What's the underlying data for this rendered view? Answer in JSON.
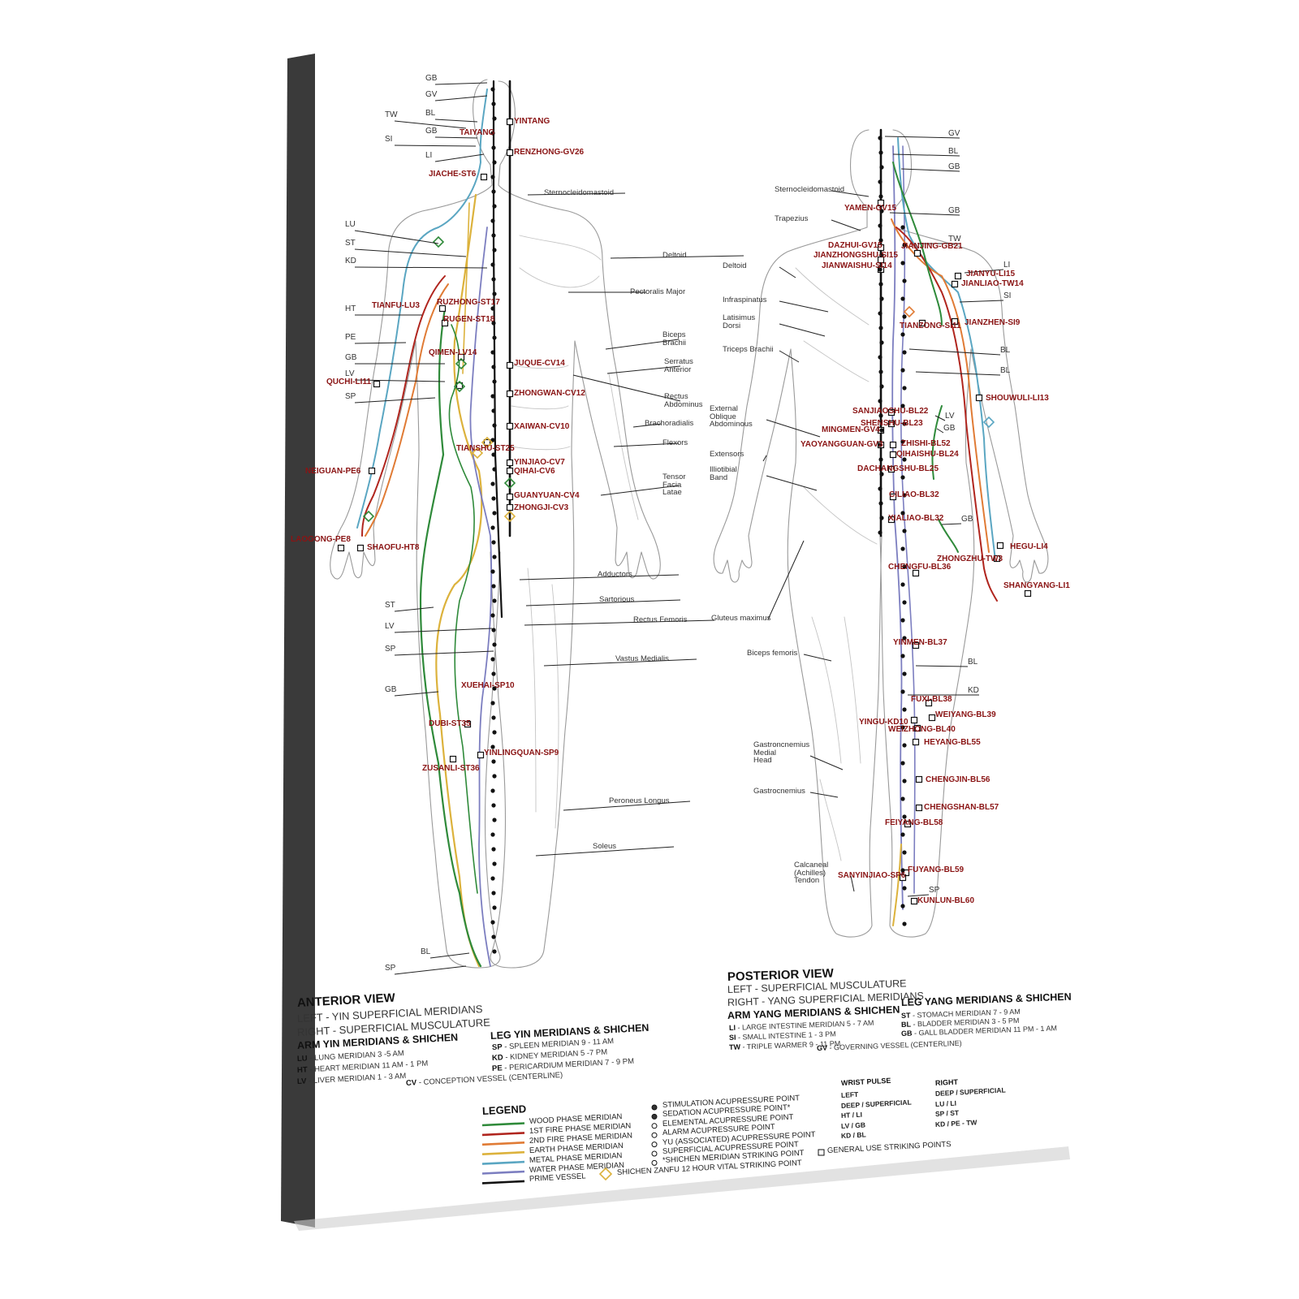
{
  "anterior": {
    "title": "ANTERIOR VIEW",
    "left_label": "LEFT - YIN SUPERFICIAL MERIDIANS",
    "right_label": "RIGHT - SUPERFICIAL MUSCULATURE",
    "arm_heading": "ARM YIN MERIDIANS & SHICHEN",
    "leg_heading": "LEG YIN MERIDIANS & SHICHEN",
    "arm_entries": [
      {
        "abbr": "LU",
        "desc": "- LUNG MERIDIAN  3 -5 AM"
      },
      {
        "abbr": "HT",
        "desc": "- HEART MERIDIAN  11 AM - 1 PM"
      },
      {
        "abbr": "LV",
        "desc": "- LIVER MERIDIAN  1 - 3 AM"
      }
    ],
    "leg_entries": [
      {
        "abbr": "SP",
        "desc": "- SPLEEN MERIDIAN  9 - 11 AM"
      },
      {
        "abbr": "KD",
        "desc": "- KIDNEY MERIDIAN  5 -7 PM"
      },
      {
        "abbr": "PE",
        "desc": "- PERICARDIUM MERIDIAN  7 - 9 PM"
      }
    ],
    "cv_entry": {
      "abbr": "CV",
      "desc": "- CONCEPTION VESSEL (CENTERLINE)"
    },
    "meridian_labels": [
      "GB",
      "GV",
      "TW",
      "BL",
      "GB",
      "SI",
      "LI",
      "LU",
      "ST",
      "KD",
      "HT",
      "PE",
      "GB",
      "LV",
      "SP",
      "ST",
      "LV",
      "SP",
      "GB",
      "BL",
      "SP"
    ],
    "point_labels": [
      "YINTANG",
      "TAIYANG",
      "RENZHONG-GV26",
      "JIACHE-ST6",
      "TIANFU-LU3",
      "RUZHONG-ST17",
      "RUGEN-ST18",
      "QIMEN-LV14",
      "QUCHI-LI11",
      "JUQUE-CV14",
      "ZHONGWAN-CV12",
      "XAIWAN-CV10",
      "TIANSHU-ST25",
      "YINJIAO-CV7",
      "QIHAI-CV6",
      "NEIGUAN-PE6",
      "GUANYUAN-CV4",
      "ZHONGJI-CV3",
      "LAOGONG-PE8",
      "SHAOFU-HT8",
      "XUEHAI-SP10",
      "DUBI-ST35",
      "YINLINGQUAN-SP9",
      "ZUSANLI-ST36"
    ],
    "muscle_labels": [
      "Sternocleidomastoid",
      "Deltoid",
      "Pectoralis Major",
      "Biceps\nBrachii",
      "Serratus\nAnterior",
      "Rectus\nAbdominus",
      "Brachoradialis",
      "Flexors",
      "Tensor\nFacia\nLatae",
      "Adductors",
      "Sartorious",
      "Rectus Femoris",
      "Vastus Medialis",
      "Peroneus Longus",
      "Soleus"
    ]
  },
  "posterior": {
    "title": "POSTERIOR VIEW",
    "left_label": "LEFT - SUPERFICIAL MUSCULATURE",
    "right_label": "RIGHT - YANG SUPERFICIAL MERIDIANS",
    "arm_heading": "ARM YANG MERIDIANS & SHICHEN",
    "leg_heading": "LEG YANG MERIDIANS & SHICHEN",
    "arm_entries": [
      {
        "abbr": "LI",
        "desc": "- LARGE INTESTINE MERIDIAN  5 - 7 AM"
      },
      {
        "abbr": "SI",
        "desc": "- SMALL INTESTINE  1 - 3 PM"
      },
      {
        "abbr": "TW",
        "desc": "- TRIPLE WARMER  9 - 11 PM"
      }
    ],
    "leg_entries": [
      {
        "abbr": "ST",
        "desc": "- STOMACH MERIDIAN  7 - 9 AM"
      },
      {
        "abbr": "BL",
        "desc": "- BLADDER MERIDIAN  3 - 5 PM"
      },
      {
        "abbr": "GB",
        "desc": "- GALL BLADDER MERIDIAN  11 PM - 1 AM"
      }
    ],
    "gv_entry": {
      "abbr": "GV",
      "desc": "- GOVERNING VESSEL (CENTERLINE)"
    },
    "meridian_labels": [
      "GV",
      "BL",
      "GB",
      "GB",
      "TW",
      "LI",
      "SI",
      "BL",
      "BL",
      "LV",
      "GB",
      "GB",
      "BL",
      "KD",
      "SP"
    ],
    "point_labels": [
      "YAMEN-GV15",
      "DAZHUI-GV15",
      "JIANZHONGSHU-SI15",
      "JIANWAISHU-SI14",
      "JIANJING-GB21",
      "JIANYU-LI15",
      "JIANLIAO-TW14",
      "TIANZONG-SI11",
      "JIANZHEN-SI9",
      "SHOUWULI-LI13",
      "SANJIAOSHU-BL22",
      "SHENSHU-BL23",
      "MINGMEN-GV4",
      "ZHISHI-BL52",
      "QIHAISHU-BL24",
      "YAOYANGGUAN-GV3",
      "DACHANGSHU-BL25",
      "CILIAO-BL32",
      "XIALIAO-BL32",
      "HEGU-LI4",
      "ZHONGZHU-TW3",
      "CHENGFU-BL36",
      "SHANGYANG-LI1",
      "YINMEN-BL37",
      "FUXI-BL38",
      "WEIYANG-BL39",
      "YINGU-KD10",
      "WEIZHONG-BL40",
      "HEYANG-BL55",
      "CHENGJIN-BL56",
      "CHENGSHAN-BL57",
      "FEIYANG-BL58",
      "FUYANG-BL59",
      "SANYINJIAO-SP6",
      "KUNLUN-BL60"
    ],
    "muscle_labels": [
      "Sternocleidomastoid",
      "Trapezius",
      "Deltoid",
      "Infraspinatus",
      "Latisimus\nDorsi",
      "Triceps Brachii",
      "External\nOblique\nAbdominous",
      "Extensors",
      "Illiotibial\nBand",
      "Gluteus maximus",
      "Biceps femoris",
      "Gastroncnemius\nMedial\nHead",
      "Gastrocnemius",
      "Calcaneal\n(Achilles)\nTendon"
    ]
  },
  "legend": {
    "title": "LEGEND",
    "lines": [
      {
        "label": "WOOD PHASE MERIDIAN",
        "color": "#2f8a3a"
      },
      {
        "label": "1ST FIRE PHASE MERIDIAN",
        "color": "#b0251e"
      },
      {
        "label": "2ND FIRE PHASE MERIDIAN",
        "color": "#e07b35"
      },
      {
        "label": "EARTH PHASE MERIDIAN",
        "color": "#dcb23c"
      },
      {
        "label": "METAL PHASE MERIDIAN",
        "color": "#5aa6c2"
      },
      {
        "label": "WATER PHASE MERIDIAN",
        "color": "#7c7ec0"
      },
      {
        "label": "PRIME VESSEL",
        "color": "#111111"
      }
    ],
    "points": [
      "STIMULATION ACUPRESSURE POINT",
      "SEDATION ACUPRESSURE POINT*",
      "ELEMENTAL ACUPRESSURE POINT",
      "ALARM ACUPRESSURE POINT",
      "YU (ASSOCIATED) ACUPRESSURE POINT",
      "SUPERFICIAL ACUPRESSURE POINT",
      "*SHICHEN MERIDIAN STRIKING POINT"
    ],
    "shichen_label": "SHICHEN ZANFU 12 HOUR VITAL STRIKING POINT",
    "general_label": "GENERAL USE STRIKING POINTS",
    "wrist_pulse": {
      "title": "WRIST PULSE",
      "left": [
        "LEFT",
        "DEEP / SUPERFICIAL",
        "HT / LI",
        "LV / GB",
        "KD / BL"
      ],
      "right_title": "RIGHT",
      "right": [
        "DEEP / SUPERFICIAL",
        "LU / LI",
        "SP / ST",
        "KD / PE - TW"
      ]
    }
  }
}
